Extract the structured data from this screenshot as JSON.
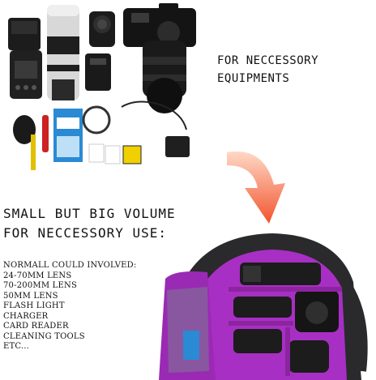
{
  "top_caption": {
    "line1": "For neccessory",
    "line2": "equipments"
  },
  "headline": {
    "line1": "Small but big volume",
    "line2": "for neccessory use:"
  },
  "list": {
    "intro": "Normall could involved:",
    "items": [
      "24-70mm lens",
      "70-200mm lens",
      "50mm lens",
      "Flash light",
      "Charger",
      "Card reader",
      "Cleaning tools",
      "etc..."
    ]
  },
  "colors": {
    "arrow_top": "#ffd9c7",
    "arrow_bottom": "#f2542d",
    "bag_lining": "#a82fc4",
    "bag_body": "#2a2a2c"
  }
}
